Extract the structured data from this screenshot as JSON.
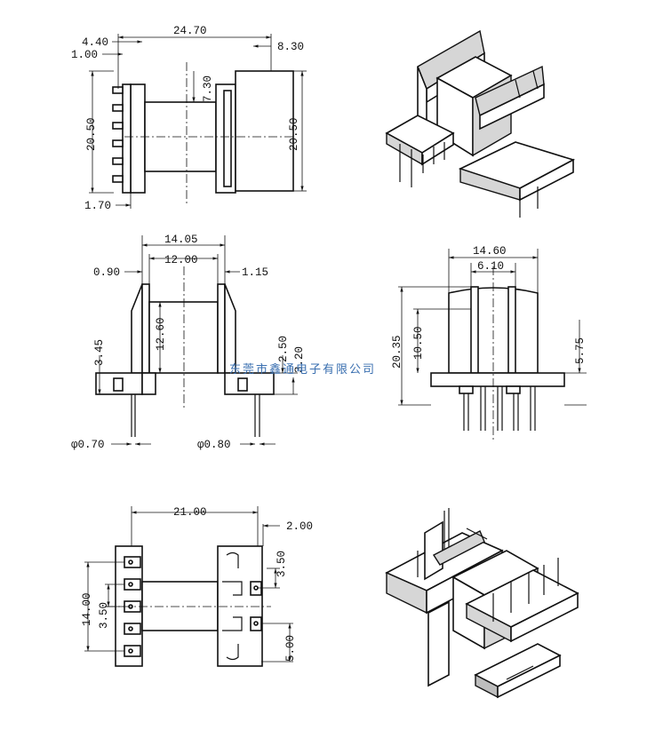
{
  "dims": {
    "top_width_total": "24.70",
    "top_flange_offset": "4.40",
    "top_pin_offset": "1.00",
    "top_height_left": "20.50",
    "top_core_height": "7.30",
    "top_right_width": "8.30",
    "top_height_right": "20.50",
    "top_pin_pitch": "1.70",
    "mid_width_total": "14.05",
    "mid_width_inner": "12.00",
    "mid_left_gap": "0.90",
    "mid_right_gap": "1.15",
    "mid_inner_height": "12.60",
    "mid_base_height": "3.45",
    "mid_right_a": "2.50",
    "mid_right_b": "3.20",
    "mid_pin_dia_left": "φ0.70",
    "mid_pin_dia_right": "φ0.80",
    "side_width_total": "14.60",
    "side_width_inner": "6.10",
    "side_height_total": "20.35",
    "side_height_inner": "10.50",
    "side_base_height": "5.75",
    "bottom_width_total": "21.00",
    "bottom_right_offset": "2.00",
    "bottom_height_total": "14.00",
    "bottom_pitch_left": "3.50",
    "bottom_pitch_right": "3.50",
    "bottom_pin_row": "5.00"
  },
  "watermark": "东莞市鑫通电子有限公司"
}
